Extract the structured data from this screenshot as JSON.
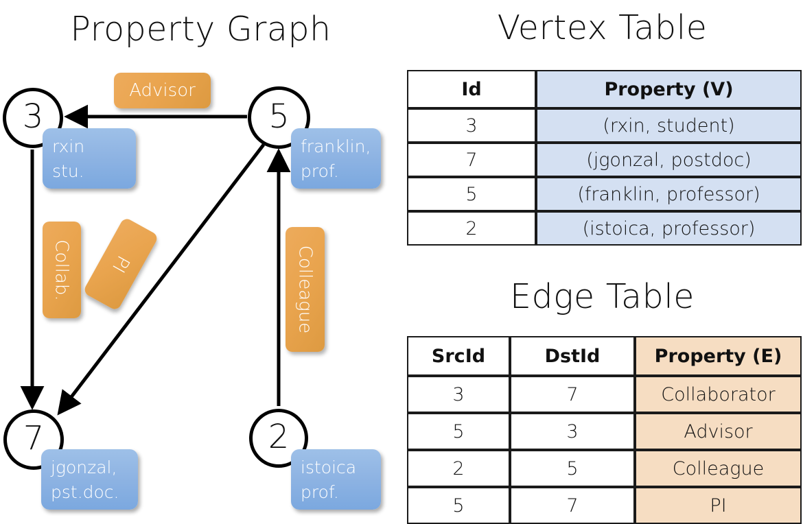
{
  "titles": {
    "property_graph": "Property Graph",
    "vertex_table": "Vertex Table",
    "edge_table": "Edge Table"
  },
  "colors": {
    "vertex_property_fill": "#d4e0f2",
    "edge_property_fill": "#f6ddc2",
    "node_property_box": "#8fb4e3",
    "edge_label_box": "#e9a44e",
    "stroke": "#000000",
    "background": "#ffffff"
  },
  "graph": {
    "nodes": [
      {
        "id": "3",
        "property_line1": "rxin",
        "property_line2": "stu."
      },
      {
        "id": "5",
        "property_line1": "franklin,",
        "property_line2": "prof."
      },
      {
        "id": "7",
        "property_line1": "jgonzal,",
        "property_line2": "pst.doc."
      },
      {
        "id": "2",
        "property_line1": "istoica",
        "property_line2": "prof."
      }
    ],
    "edge_labels": [
      {
        "key": "advisor",
        "text": "Advisor",
        "orientation": "horizontal"
      },
      {
        "key": "collab",
        "text": "Collab.",
        "orientation": "vertical"
      },
      {
        "key": "pi",
        "text": "PI",
        "orientation": "diagonal"
      },
      {
        "key": "colleague",
        "text": "Colleague",
        "orientation": "vertical"
      }
    ],
    "edges": [
      {
        "from": "5",
        "to": "3",
        "label": "Advisor"
      },
      {
        "from": "3",
        "to": "7",
        "label": "Collab."
      },
      {
        "from": "5",
        "to": "7",
        "label": "PI"
      },
      {
        "from": "2",
        "to": "5",
        "label": "Colleague"
      }
    ]
  },
  "vertex_table": {
    "headers": [
      "Id",
      "Property (V)"
    ],
    "rows": [
      {
        "id": "3",
        "property": "(rxin, student)"
      },
      {
        "id": "7",
        "property": "(jgonzal, postdoc)"
      },
      {
        "id": "5",
        "property": "(franklin, professor)"
      },
      {
        "id": "2",
        "property": "(istoica, professor)"
      }
    ]
  },
  "edge_table": {
    "headers": [
      "SrcId",
      "DstId",
      "Property (E)"
    ],
    "rows": [
      {
        "src": "3",
        "dst": "7",
        "property": "Collaborator"
      },
      {
        "src": "5",
        "dst": "3",
        "property": "Advisor"
      },
      {
        "src": "2",
        "dst": "5",
        "property": "Colleague"
      },
      {
        "src": "5",
        "dst": "7",
        "property": "PI"
      }
    ]
  }
}
